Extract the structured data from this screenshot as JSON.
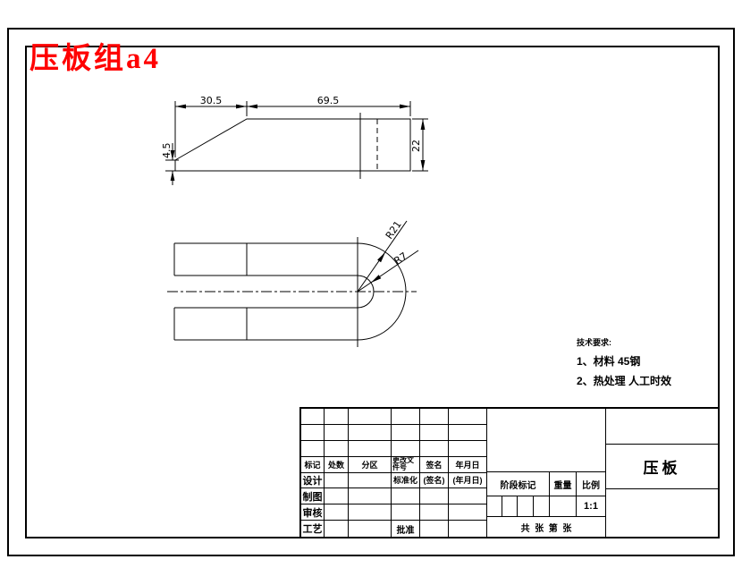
{
  "page": {
    "title": "压板组a4",
    "title_color": "#ff0000"
  },
  "side_view": {
    "dim_width_left": "30.5",
    "dim_width_right": "69.5",
    "dim_height_left": "4.5",
    "dim_height_right": "22"
  },
  "top_view": {
    "radius_outer": "R21",
    "radius_slot": "R7"
  },
  "tech": {
    "heading": "技术要求:",
    "item1": "1、材料  45钢",
    "item2": "2、热处理  人工时效"
  },
  "tb": {
    "h_mark": "标记",
    "h_count": "处数",
    "h_zone": "分区",
    "h_doc": "更改文件号",
    "h_sign": "签名",
    "h_date": "年月日",
    "r_design": "设计",
    "r_draw": "制图",
    "r_check": "审核",
    "r_process": "工艺",
    "std": "标准化",
    "std_sign": "(签名)",
    "std_date": "(年月日)",
    "approve": "批准",
    "stage": "阶段标记",
    "weight": "重量",
    "scale": "比例",
    "scale_value": "1:1",
    "sheet": "共  张  第  张",
    "part_name": "压板"
  }
}
